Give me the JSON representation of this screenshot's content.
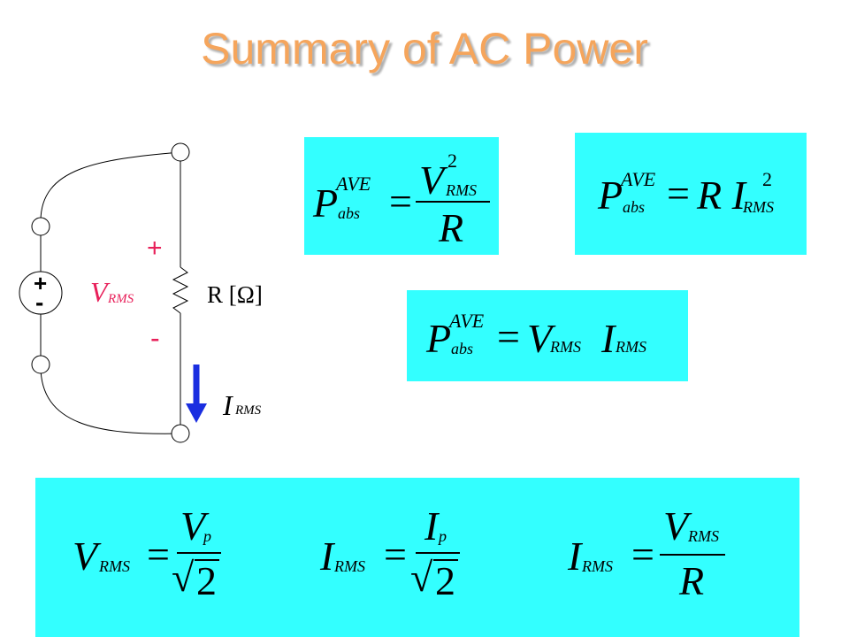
{
  "title": "Summary of AC Power",
  "circuit": {
    "source_plus": "+",
    "source_minus": "-",
    "voltage_label": "V",
    "voltage_sub": "RMS",
    "plus": "+",
    "minus": "-",
    "resistor_label": "R [Ω]",
    "current_label": "I",
    "current_sub": "RMS",
    "colors": {
      "voltage": "#e8205a",
      "arrow": "#1a2ee0",
      "box": "#33ffff",
      "title": "#f5a55c"
    }
  },
  "equations": {
    "eq1": {
      "lhs": "P",
      "lhs_sup": "AVE",
      "lhs_sub": "abs",
      "eq": "=",
      "num": "V",
      "num_sup": "2",
      "num_sub": "RMS",
      "den": "R"
    },
    "eq2": {
      "lhs": "P",
      "lhs_sup": "AVE",
      "lhs_sub": "abs",
      "eq": "=",
      "rhs": "R I",
      "rhs_sup": "2",
      "rhs_sub": "RMS"
    },
    "eq3": {
      "lhs": "P",
      "lhs_sup": "AVE",
      "lhs_sub": "abs",
      "eq": "=",
      "v": "V",
      "v_sub": "RMS",
      "i": "I",
      "i_sub": "RMS"
    },
    "eq4": {
      "lhs": "V",
      "lhs_sub": "RMS",
      "eq": "=",
      "num": "V",
      "num_sub": "p",
      "den": "2"
    },
    "eq5": {
      "lhs": "I",
      "lhs_sub": "RMS",
      "eq": "=",
      "num": "I",
      "num_sub": "p",
      "den": "2"
    },
    "eq6": {
      "lhs": "I",
      "lhs_sub": "RMS",
      "eq": "=",
      "num": "V",
      "num_sub": "RMS",
      "den": "R"
    }
  }
}
